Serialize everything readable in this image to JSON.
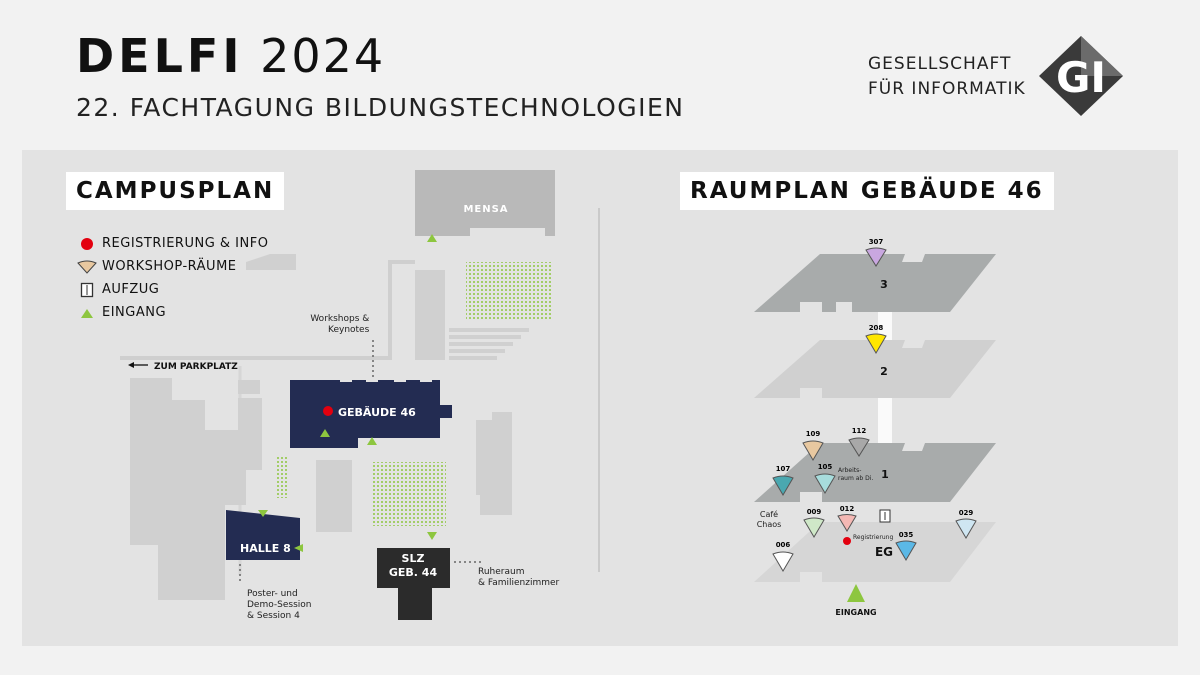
{
  "header": {
    "title_bold": "DELFI",
    "title_year": "2024",
    "subtitle": "22. FACHTAGUNG BILDUNGSTECHNOLOGIEN",
    "org_line1": "GESELLSCHAFT",
    "org_line2": "FÜR INFORMATIK",
    "logo_text": "GI"
  },
  "campus": {
    "heading": "CAMPUSPLAN",
    "legend": [
      {
        "icon": "red-dot-icon",
        "label": "REGISTRIERUNG & INFO"
      },
      {
        "icon": "workshop-room-icon",
        "label": "WORKSHOP-RÄUME"
      },
      {
        "icon": "elevator-icon",
        "label": "AUFZUG"
      },
      {
        "icon": "entrance-triangle-icon",
        "label": "EINGANG"
      }
    ],
    "labels": {
      "mensa": "MENSA",
      "parking": "ZUM PARKPLATZ",
      "workshops_line1": "Workshops &",
      "workshops_line2": "Keynotes",
      "building46": "GEBÄUDE 46",
      "halle8": "HALLE 8",
      "slz_line1": "SLZ",
      "slz_line2": "GEB. 44",
      "poster_line1": "Poster- und",
      "poster_line2": "Demo-Session",
      "poster_line3": "& Session 4",
      "rest_line1": "Ruheraum",
      "rest_line2": "& Familienzimmer"
    }
  },
  "building": {
    "heading": "RAUMPLAN GEBÄUDE 46",
    "floors": {
      "f3": "3",
      "f2": "2",
      "f1": "1",
      "eg": "EG"
    },
    "rooms": {
      "r307": "307",
      "r208": "208",
      "r109": "109",
      "r112": "112",
      "r107": "107",
      "r105": "105",
      "r009": "009",
      "r012": "012",
      "r006": "006",
      "r035": "035",
      "r029": "029"
    },
    "notes": {
      "arbeits_line1": "Arbeits-",
      "arbeits_line2": "raum ab Di.",
      "cafe_line1": "Café",
      "cafe_line2": "Chaos",
      "registrierung": "Registrierung",
      "eingang": "EINGANG"
    }
  },
  "colors": {
    "navy": "#232c52",
    "dark": "#2b2b2b",
    "floor_dark": "#a8abab",
    "floor_light": "#d0d0d0",
    "entrance": "#8dc63f",
    "registration": "#e3000f",
    "room_307": "#c9a7e0",
    "room_208": "#ffe600",
    "room_109": "#e8c8a0",
    "room_112": "#a8a8a8",
    "room_107": "#4aa8b0",
    "room_105": "#a7dcdc",
    "room_009": "#cfe8c8",
    "room_012": "#f4b8b4",
    "room_006": "#ffffff",
    "room_035": "#5bb8e6",
    "room_029": "#cfe6f2"
  }
}
